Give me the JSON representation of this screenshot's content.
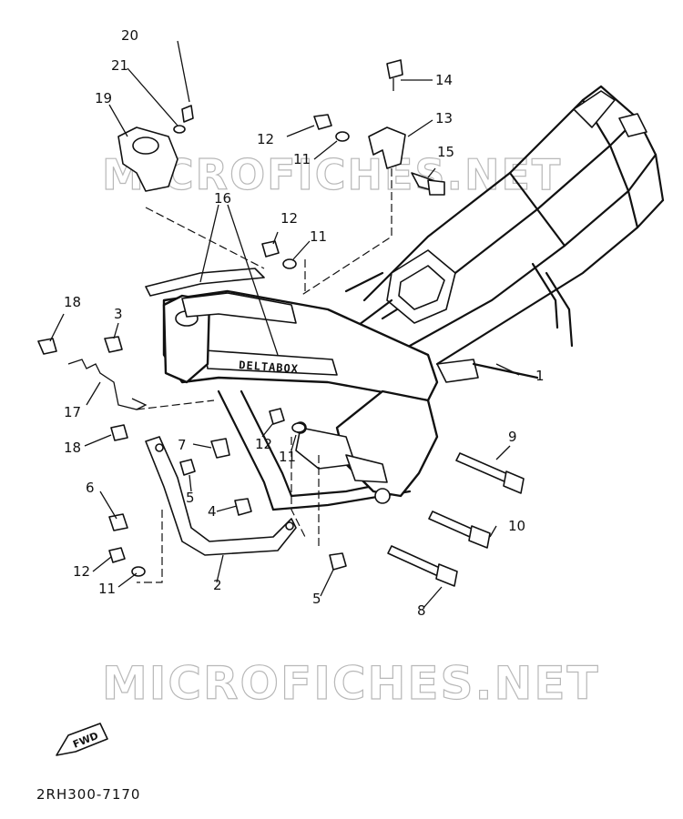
{
  "diagram": {
    "watermark_top": "MICROFICHES.NET",
    "watermark_bottom": "MICROFICHES.NET",
    "frame_label": "DELTABOX",
    "fwd_label": "FWD",
    "reference_code": "2RH300-7170",
    "callouts": [
      {
        "id": "c20",
        "label": "20"
      },
      {
        "id": "c21",
        "label": "21"
      },
      {
        "id": "c19",
        "label": "19"
      },
      {
        "id": "c14",
        "label": "14"
      },
      {
        "id": "c13",
        "label": "13"
      },
      {
        "id": "c12a",
        "label": "12"
      },
      {
        "id": "c11a",
        "label": "11"
      },
      {
        "id": "c15",
        "label": "15"
      },
      {
        "id": "c16",
        "label": "16"
      },
      {
        "id": "c12b",
        "label": "12"
      },
      {
        "id": "c11b",
        "label": "11"
      },
      {
        "id": "c18a",
        "label": "18"
      },
      {
        "id": "c3",
        "label": "3"
      },
      {
        "id": "c1",
        "label": "1"
      },
      {
        "id": "c17",
        "label": "17"
      },
      {
        "id": "c9",
        "label": "9"
      },
      {
        "id": "c18b",
        "label": "18"
      },
      {
        "id": "c7",
        "label": "7"
      },
      {
        "id": "c12c",
        "label": "12"
      },
      {
        "id": "c11c",
        "label": "11"
      },
      {
        "id": "c6",
        "label": "6"
      },
      {
        "id": "c5a",
        "label": "5"
      },
      {
        "id": "c4",
        "label": "4"
      },
      {
        "id": "c10",
        "label": "10"
      },
      {
        "id": "c12d",
        "label": "12"
      },
      {
        "id": "c11d",
        "label": "11"
      },
      {
        "id": "c2",
        "label": "2"
      },
      {
        "id": "c5b",
        "label": "5"
      },
      {
        "id": "c8",
        "label": "8"
      }
    ]
  }
}
